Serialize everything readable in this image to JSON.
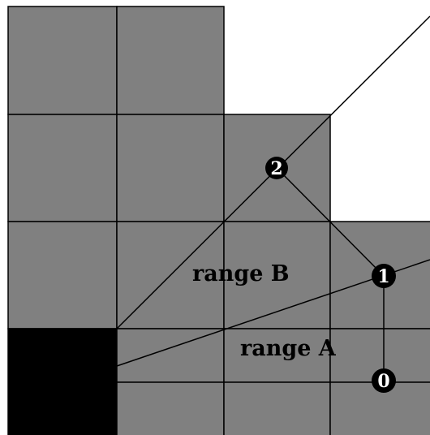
{
  "colors": {
    "background": "#ffffff",
    "cell_fill": "#808080",
    "origin_cell_fill": "#000000",
    "line": "#000000",
    "marker_fill": "#000000",
    "marker_text": "#ffffff"
  },
  "labels": {
    "range_b": "range B",
    "range_a": "range A"
  },
  "markers": [
    {
      "id": "0",
      "label": "0"
    },
    {
      "id": "1",
      "label": "1"
    },
    {
      "id": "2",
      "label": "2"
    }
  ]
}
